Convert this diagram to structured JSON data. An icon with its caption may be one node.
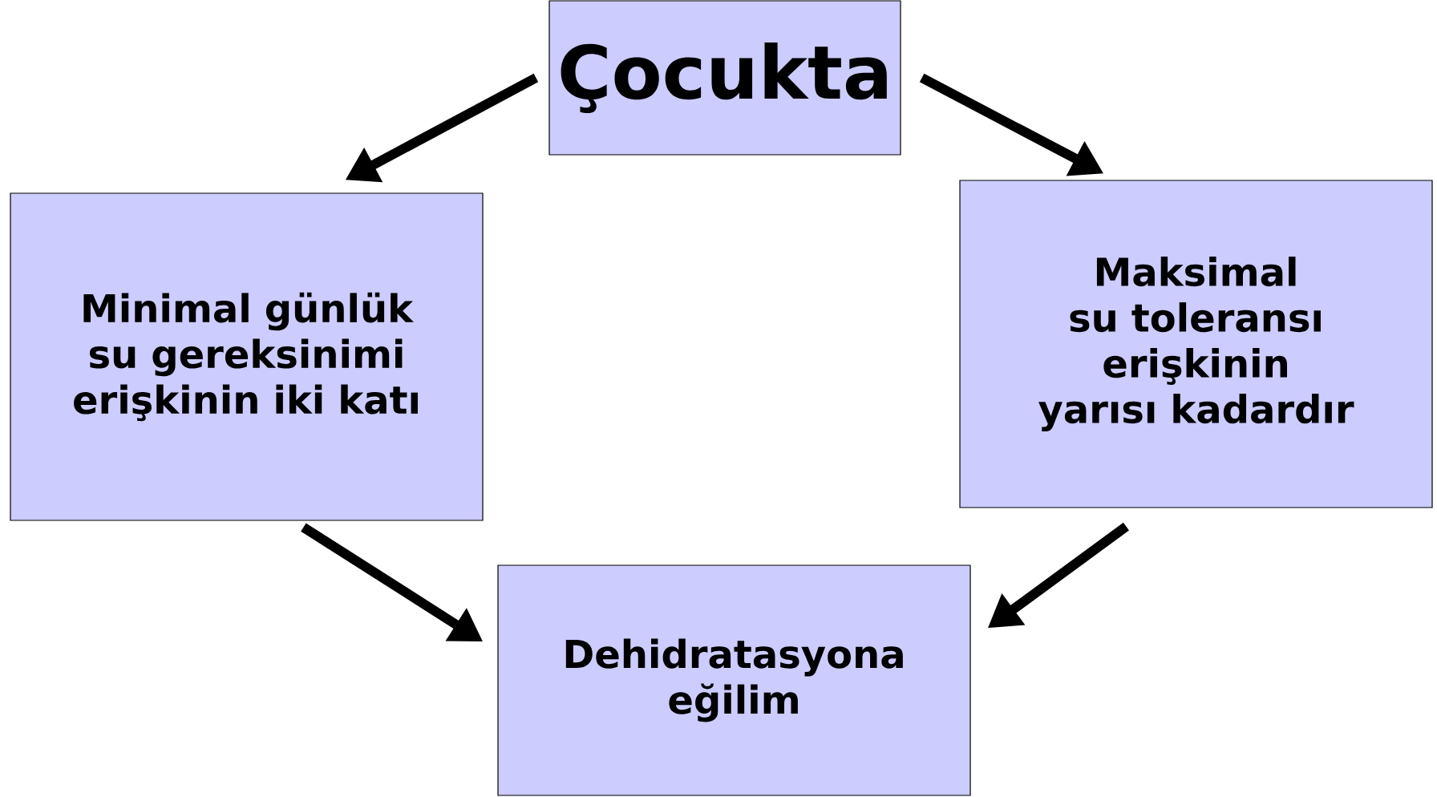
{
  "diagram": {
    "nodes": [
      {
        "text": [
          "Çocukta"
        ]
      },
      {
        "text": [
          "Minimal günlük su gereksinimi erişkinin iki katı"
        ]
      },
      {
        "text": [
          "Maksimal su toleransı erişkinin yarısı kadardır"
        ]
      },
      {
        "text": [
          "Dehidratasyona eğilim"
        ]
      }
    ],
    "edges": [
      {
        "from": 0,
        "to": 1,
        "arrow": "to"
      },
      {
        "from": 0,
        "to": 2,
        "arrow": "to"
      },
      {
        "from": 1,
        "to": 3,
        "arrow": "to"
      },
      {
        "from": 2,
        "to": 3,
        "arrow": "to"
      }
    ]
  }
}
